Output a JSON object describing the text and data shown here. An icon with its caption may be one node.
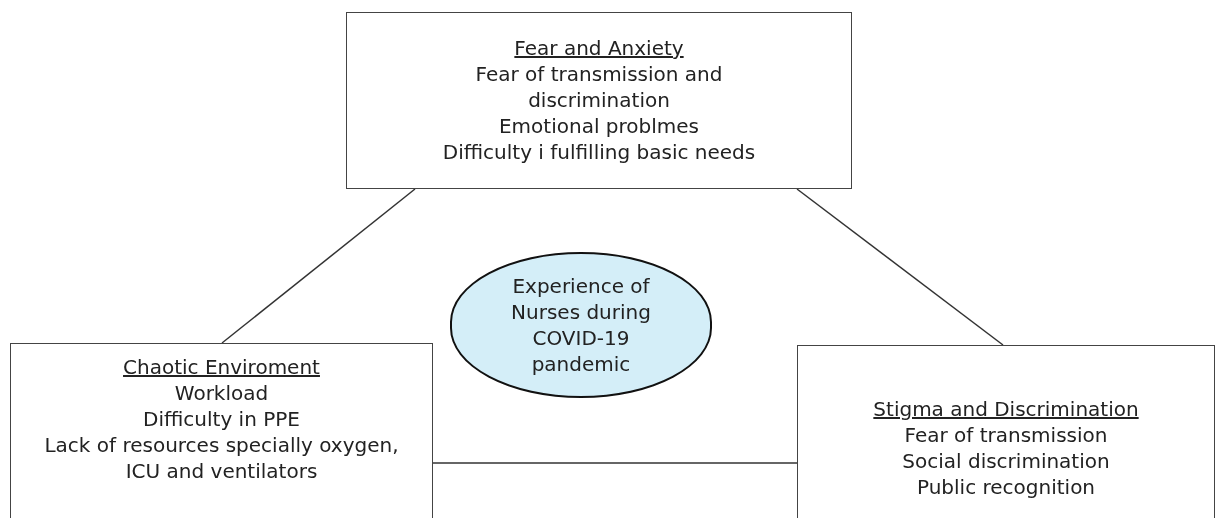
{
  "diagram": {
    "nodes": [
      {
        "text": [
          "Fear and Anxiety",
          "Fear of transmission and discrimination",
          "Emotional problmes",
          "Difficulty i fulfilling basic needs"
        ]
      },
      {
        "text": [
          "Experience of Nurses during COVID-19 pandemic"
        ]
      },
      {
        "text": [
          "Chaotic Enviroment",
          "Workload",
          "Difficulty in PPE",
          "Lack of resources specially oxygen, ICU and ventilators"
        ]
      },
      {
        "text": [
          "Stigma and Discrimination",
          "Fear of transmission",
          "Social discrimination",
          "Public recognition"
        ]
      }
    ],
    "edges": [
      {
        "from": 0,
        "to": 2,
        "arrow": "none"
      },
      {
        "from": 0,
        "to": 3,
        "arrow": "none"
      },
      {
        "from": 2,
        "to": 3,
        "arrow": "none"
      }
    ]
  }
}
